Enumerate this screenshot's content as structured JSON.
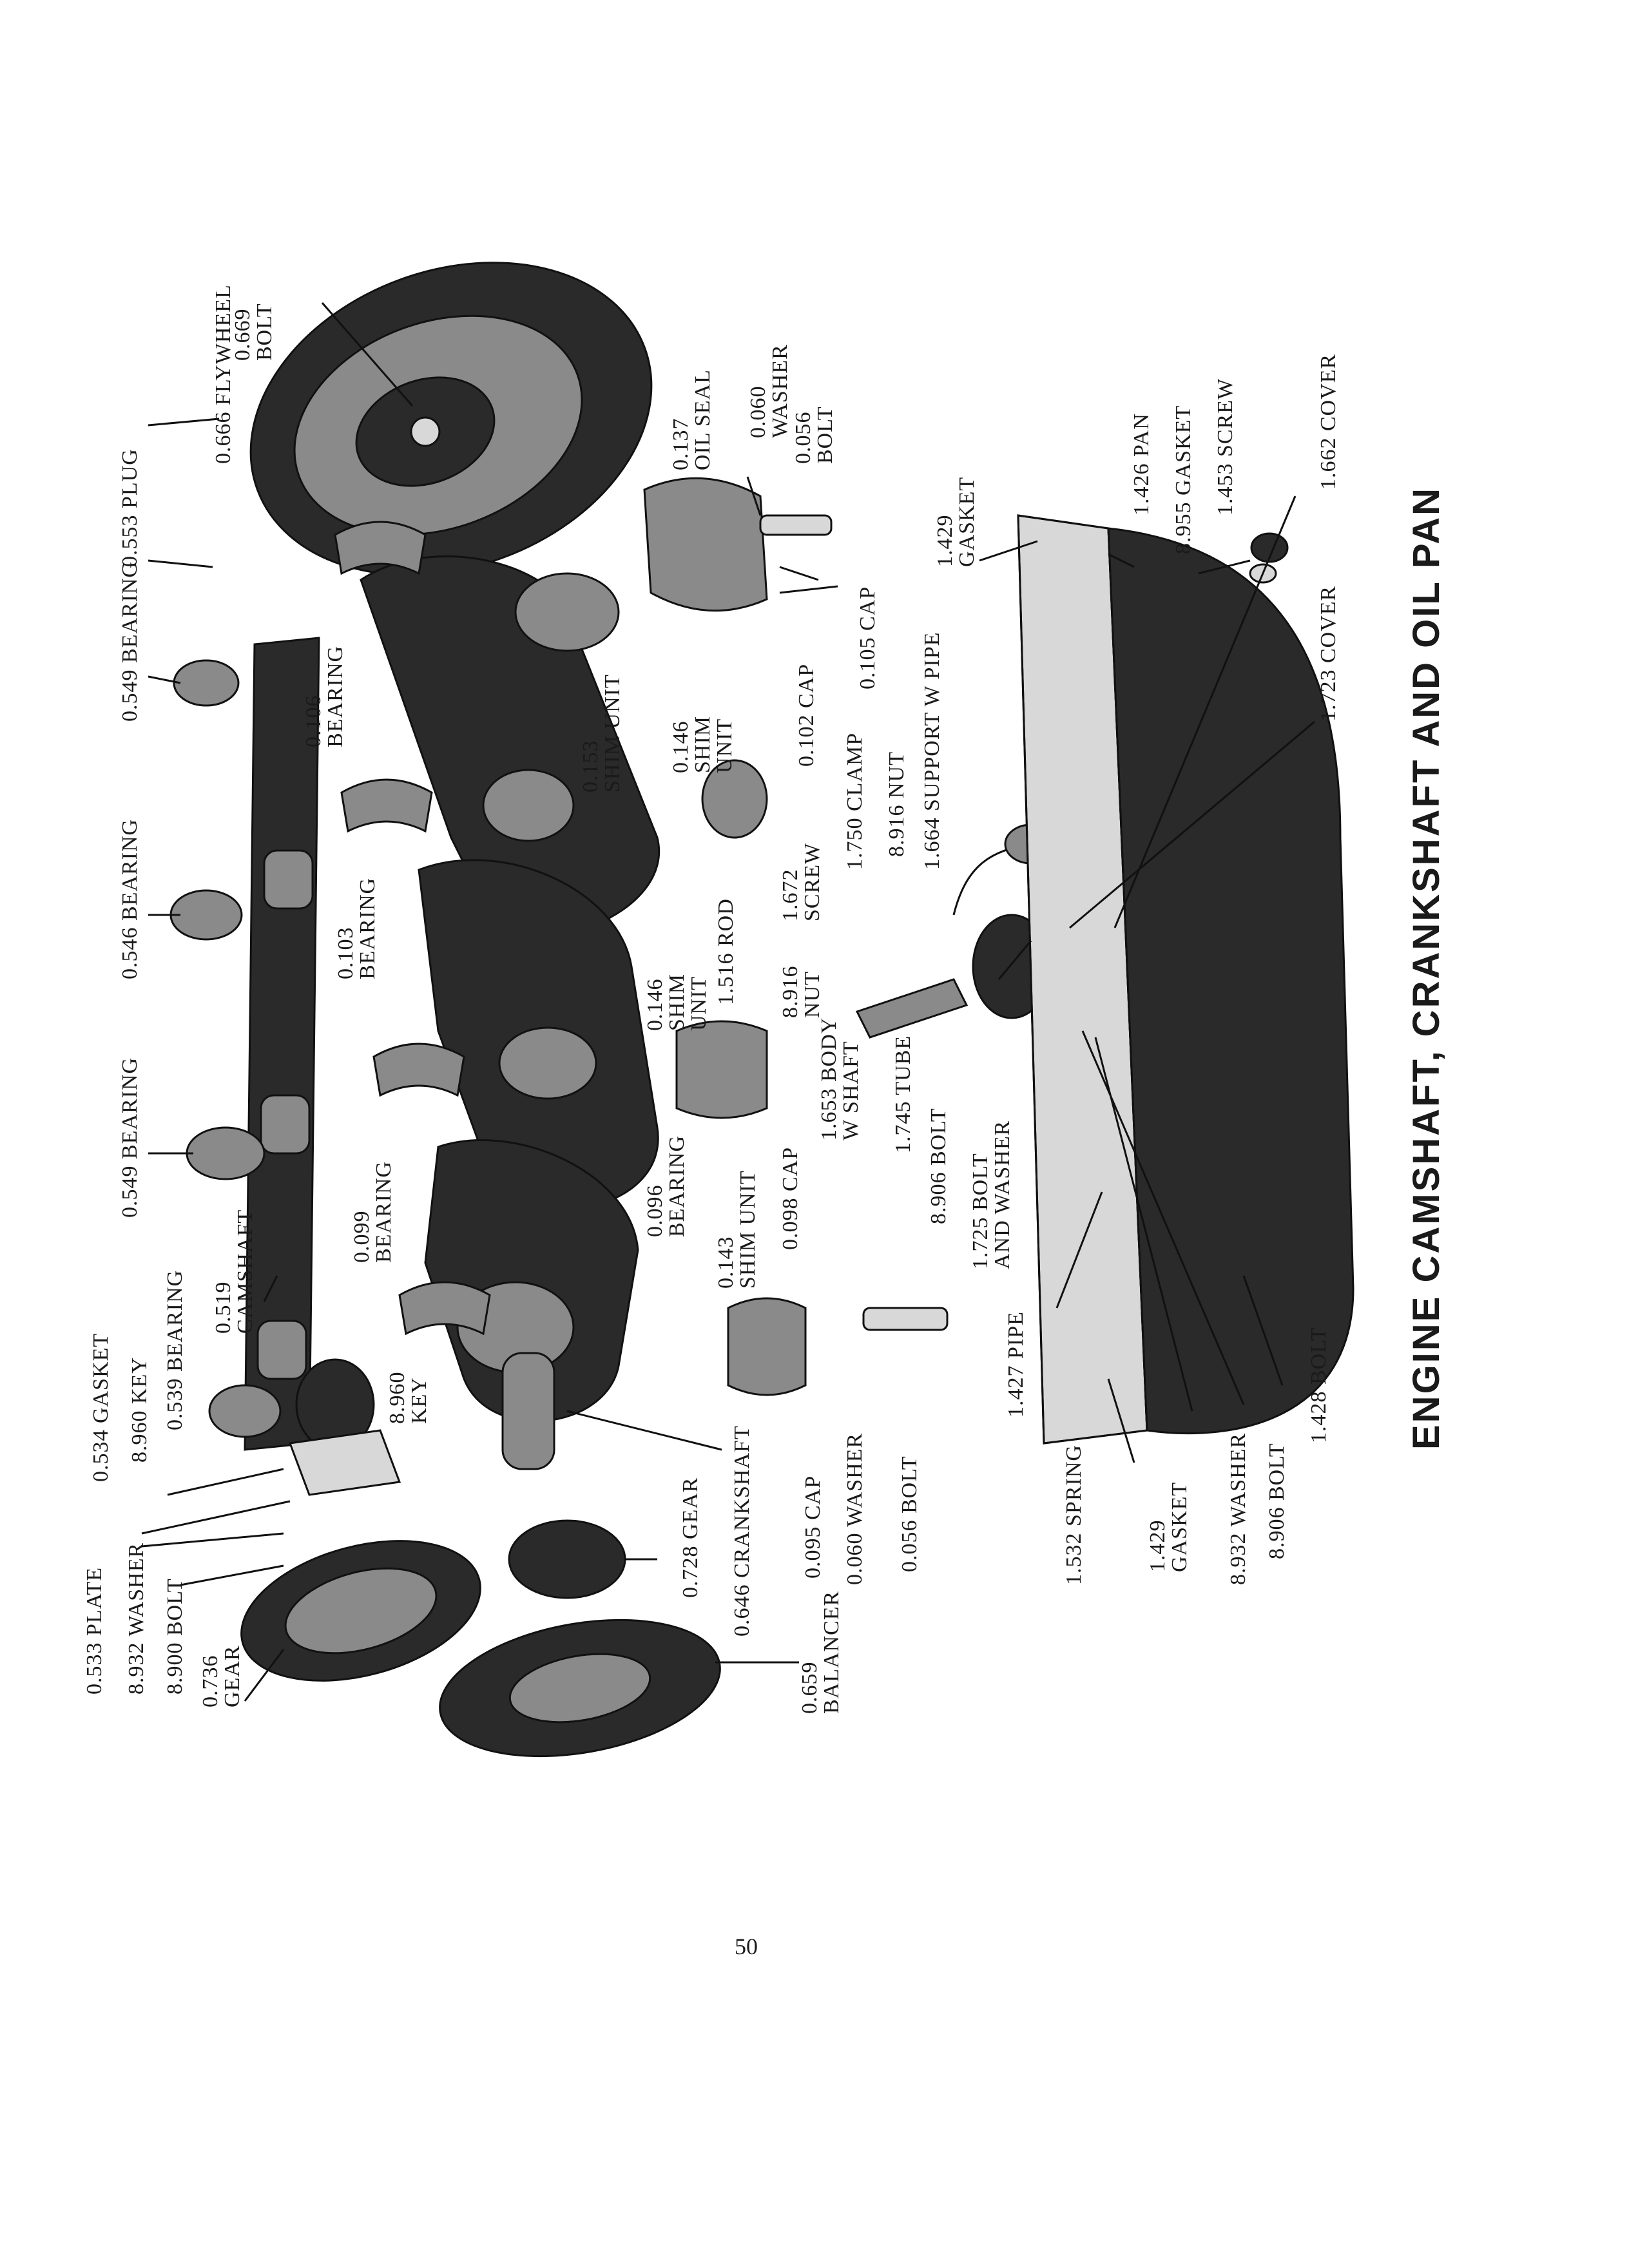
{
  "title": "ENGINE CAMSHAFT, CRANKSHAFT AND OIL PAN",
  "page_number": "50",
  "labels": [
    {
      "id": "l01",
      "text": "0.669",
      "text2": "BOLT"
    },
    {
      "id": "l02",
      "text": "0.666 FLYWHEEL"
    },
    {
      "id": "l03",
      "text": "0.553 PLUG"
    },
    {
      "id": "l04",
      "text": "0.549 BEARING"
    },
    {
      "id": "l05",
      "text": "0.546 BEARING"
    },
    {
      "id": "l06",
      "text": "0.549 BEARING"
    },
    {
      "id": "l07",
      "text": "0.519",
      "text2": "CAMSHAFT"
    },
    {
      "id": "l08",
      "text": "8.960 KEY"
    },
    {
      "id": "l09",
      "text": "0.539 BEARING"
    },
    {
      "id": "l10",
      "text": "0.534 GASKET"
    },
    {
      "id": "l11",
      "text": "0.533 PLATE"
    },
    {
      "id": "l12",
      "text": "8.932 WASHER"
    },
    {
      "id": "l13",
      "text": "8.900 BOLT"
    },
    {
      "id": "l14",
      "text": "0.736",
      "text2": "GEAR"
    },
    {
      "id": "l15",
      "text": "0.728 GEAR"
    },
    {
      "id": "l16",
      "text": "0.646 CRANKSHAFT"
    },
    {
      "id": "l17",
      "text": "0.659",
      "text2": "BALANCER"
    },
    {
      "id": "l18",
      "text": "0.106",
      "text2": "BEARING"
    },
    {
      "id": "l19",
      "text": "0.103",
      "text2": "BEARING"
    },
    {
      "id": "l20",
      "text": "0.099",
      "text2": "BEARING"
    },
    {
      "id": "l21",
      "text": "8.960",
      "text2": "KEY"
    },
    {
      "id": "l22",
      "text": "0.137",
      "text2": "OIL SEAL"
    },
    {
      "id": "l23",
      "text": "0.060",
      "text2": "WASHER"
    },
    {
      "id": "l24",
      "text": "0.056",
      "text2": "BOLT"
    },
    {
      "id": "l25",
      "text": "0.153",
      "text2": "SHIM UNIT"
    },
    {
      "id": "l26",
      "text": "0.105 CAP"
    },
    {
      "id": "l27",
      "text": "0.146",
      "text2": "SHIM",
      "text3": "UNIT"
    },
    {
      "id": "l28",
      "text": "0.102 CAP"
    },
    {
      "id": "l29",
      "text": "0.146",
      "text2": "SHIM",
      "text3": "UNIT"
    },
    {
      "id": "l30",
      "text": "1.516 ROD"
    },
    {
      "id": "l31",
      "text": "0.096",
      "text2": "BEARING"
    },
    {
      "id": "l32",
      "text": "0.143",
      "text2": "SHIM UNIT"
    },
    {
      "id": "l33",
      "text": "0.098 CAP"
    },
    {
      "id": "l34",
      "text": "0.095 CAP"
    },
    {
      "id": "l35",
      "text": "0.060 WASHER"
    },
    {
      "id": "l36",
      "text": "0.056 BOLT"
    },
    {
      "id": "l37",
      "text": "1.672",
      "text2": "SCREW"
    },
    {
      "id": "l38",
      "text": "8.916",
      "text2": "NUT"
    },
    {
      "id": "l39",
      "text": "1.653 BODY",
      "text2": "W SHAFT"
    },
    {
      "id": "l40",
      "text": "1.750 CLAMP"
    },
    {
      "id": "l41",
      "text": "8.916 NUT"
    },
    {
      "id": "l42",
      "text": "1.664 SUPPORT W PIPE"
    },
    {
      "id": "l43",
      "text": "1.745 TUBE"
    },
    {
      "id": "l44",
      "text": "8.906 BOLT"
    },
    {
      "id": "l45",
      "text": "1.725 BOLT",
      "text2": "AND WASHER"
    },
    {
      "id": "l46",
      "text": "1.429",
      "text2": "GASKET"
    },
    {
      "id": "l47",
      "text": "1.426 PAN"
    },
    {
      "id": "l48",
      "text": "8.955 GASKET"
    },
    {
      "id": "l49",
      "text": "1.453 SCREW"
    },
    {
      "id": "l50",
      "text": "1.662 COVER"
    },
    {
      "id": "l51",
      "text": "1.723 COVER"
    },
    {
      "id": "l52",
      "text": "1.427 PIPE"
    },
    {
      "id": "l53",
      "text": "1.532 SPRING"
    },
    {
      "id": "l54",
      "text": "1.429",
      "text2": "GASKET"
    },
    {
      "id": "l55",
      "text": "8.932 WASHER"
    },
    {
      "id": "l56",
      "text": "8.906 BOLT"
    },
    {
      "id": "l57",
      "text": "1.428 BOLT"
    }
  ]
}
